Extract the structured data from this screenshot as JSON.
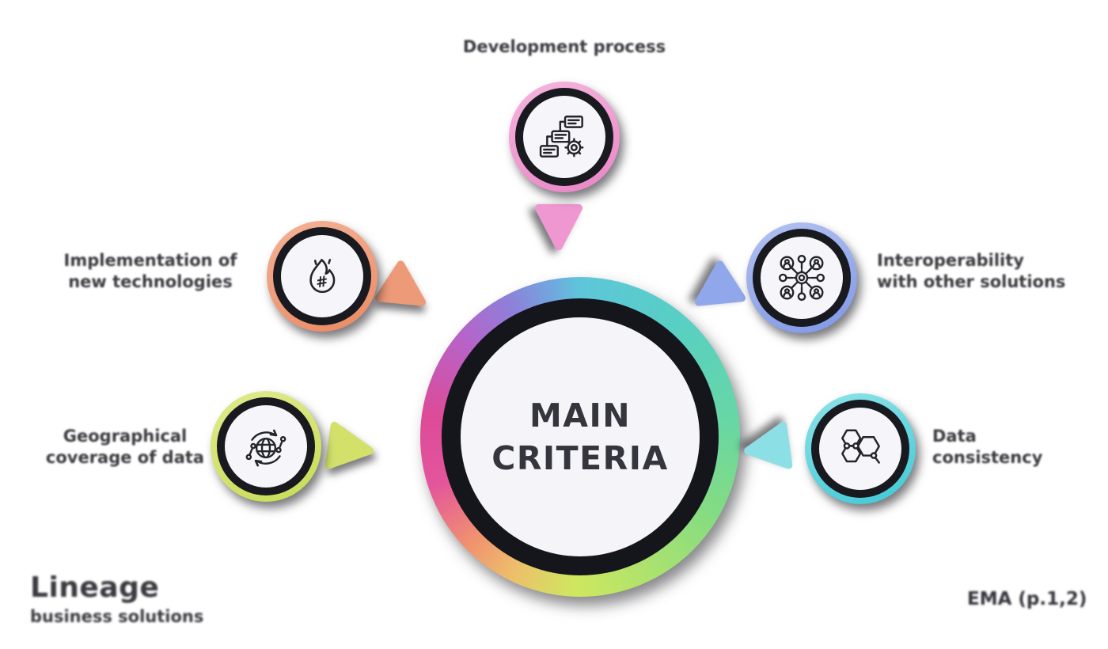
{
  "center": {
    "line1": "MAIN",
    "line2": "CRITERIA"
  },
  "satellites": {
    "top": {
      "label": "Development process",
      "icon": "workflow-gear-icon",
      "ring_color": "#e985c6",
      "triangle_color": "#ef97d1"
    },
    "right_upper": {
      "label_line1": "Interoperability",
      "label_line2": "with other solutions",
      "icon": "network-users-gear-icon",
      "ring_color": "#8ba1e9",
      "triangle_color": "#91a7ec"
    },
    "right_lower": {
      "label_line1": "Data",
      "label_line2": "consistency",
      "icon": "molecule-hexagons-icon",
      "ring_color": "#4ecfdb",
      "triangle_color": "#8ddfe6"
    },
    "left_upper": {
      "label_line1": "Implementation of",
      "label_line2": "new technologies",
      "icon": "trending-flame-hashtag-icon",
      "ring_color": "#ee9471",
      "triangle_color": "#ed9a78"
    },
    "left_lower": {
      "label_line1": "Geographical",
      "label_line2": "coverage of data",
      "icon": "globe-sync-icon",
      "ring_color": "#cede5f",
      "triangle_color": "#d3e16b"
    }
  },
  "watermark": {
    "title": "Lineage",
    "subtitle": "business solutions"
  },
  "footnote": "EMA (p.1,2)",
  "colors": {
    "background": "#ffffff",
    "dark_ring": "#15151c",
    "circle_face": "#f5f5f9",
    "icon_stroke": "#24242c",
    "text": "#3a3a40",
    "center_ring_palette": [
      "#5ec6da",
      "#57cfc4",
      "#84dc82",
      "#cfe75f",
      "#f0926f",
      "#dd4b97",
      "#8f7fd9"
    ]
  }
}
